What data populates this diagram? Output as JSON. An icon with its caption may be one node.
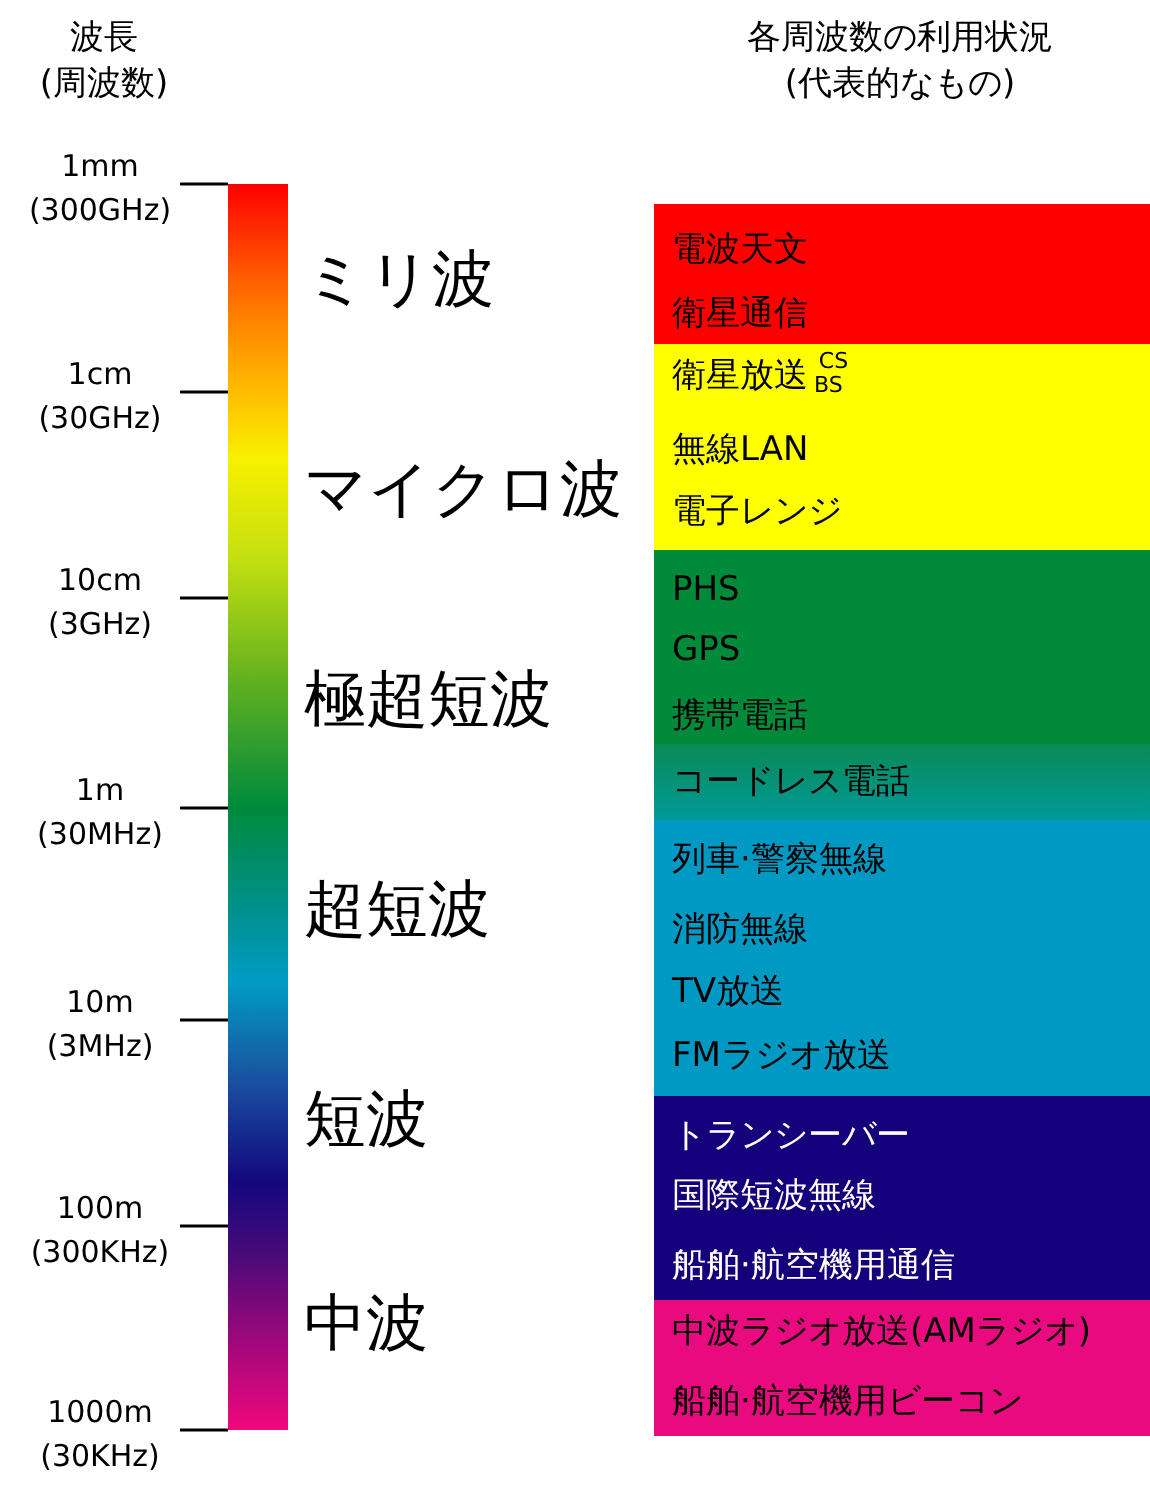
{
  "diagram": {
    "nodes": [
      {
        "text": [],
        "shape": "bar"
      },
      {
        "text": [
          "電波天文",
          "衛星通信"
        ]
      },
      {
        "text": [
          "衛星放送 $^{CS}$$_{BS}$",
          "無線LAN",
          "電子レンジ"
        ]
      },
      {
        "text": [
          "PHS",
          "GPS",
          "携帯電話"
        ]
      },
      {
        "text": [
          "コードレス電話"
        ]
      },
      {
        "text": [
          "列車·警察無線",
          "消防無線",
          "TV放送",
          "FMラジオ放送"
        ]
      },
      {
        "text": [
          "トランシーバー",
          "国際短波無線",
          "船舶·航空機用通信"
        ]
      },
      {
        "text": [
          "中波ラジオ放送(AMラジオ)",
          "船舶·航空機用ビーコン"
        ]
      }
    ],
    "labels": [
      "波長 (周波数)",
      "各周波数の利用状況 (代表的なもの)",
      "1mm (300GHz)",
      "1cm (30GHz)",
      "10cm (3GHz)",
      "1m (30MHz)",
      "10m (3MHz)",
      "100m (300KHz)",
      "1000m (30KHz)",
      "ミリ波",
      "マイクロ波",
      "極超短波",
      "超短波",
      "短波",
      "中波"
    ]
  }
}
